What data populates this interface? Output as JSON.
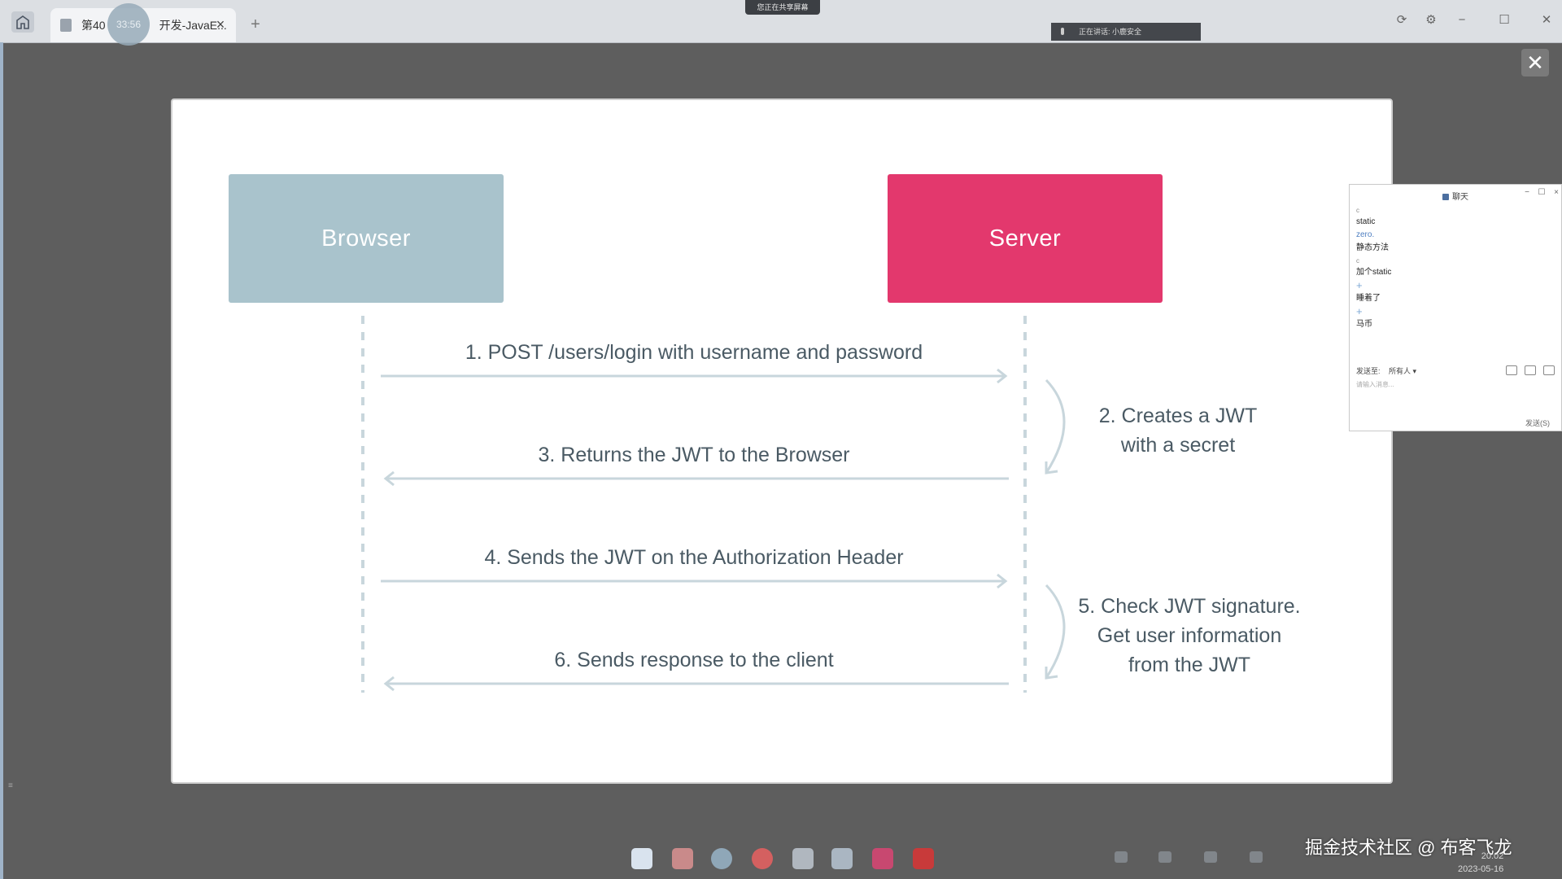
{
  "tab": {
    "title_part1": "第40",
    "timer": "33:56",
    "title_part2": "开发-JavaE..."
  },
  "share_banner": "您正在共享屏幕",
  "speaking_banner": "正在讲话: 小鹿安全",
  "slide": {
    "actors": {
      "browser": "Browser",
      "server": "Server"
    },
    "messages": [
      "1. POST /users/login with username and password",
      "3. Returns the JWT to the Browser",
      "4. Sends the JWT on the Authorization Header",
      "6. Sends response to the client"
    ],
    "notes": {
      "step2": [
        "2. Creates a JWT",
        "with a secret"
      ],
      "step5": [
        "5. Check JWT signature.",
        "Get user information",
        "from the JWT"
      ]
    },
    "colors": {
      "browser": "#a9c3cc",
      "server": "#e3386d",
      "text": "#4a5a64",
      "arrows": "#c8d6dc"
    }
  },
  "chat": {
    "title": "聊天",
    "messages": [
      {
        "kind": "sender",
        "text": "c"
      },
      {
        "kind": "text",
        "text": "static"
      },
      {
        "kind": "blue",
        "text": "zero."
      },
      {
        "kind": "text",
        "text": "静态方法"
      },
      {
        "kind": "sender",
        "text": "c"
      },
      {
        "kind": "text",
        "text": "加个static"
      },
      {
        "kind": "plus",
        "text": "+"
      },
      {
        "kind": "text",
        "text": "睡着了"
      },
      {
        "kind": "plus",
        "text": "+"
      },
      {
        "kind": "text",
        "text": "马币"
      }
    ],
    "send_to_label": "发送至:",
    "send_to_value": "所有人 ▾",
    "input_placeholder": "请输入消息...",
    "send_button": "发送(S)"
  },
  "watermark": "掘金技术社区 @ 布客飞龙",
  "clock": {
    "time": "20:02",
    "date": "2023-05-16"
  },
  "taskbar_icons": [
    "windows-start-icon",
    "folder-icon",
    "edge-icon",
    "chrome-icon",
    "files-icon",
    "photos-icon",
    "intellij-icon",
    "app-icon"
  ]
}
